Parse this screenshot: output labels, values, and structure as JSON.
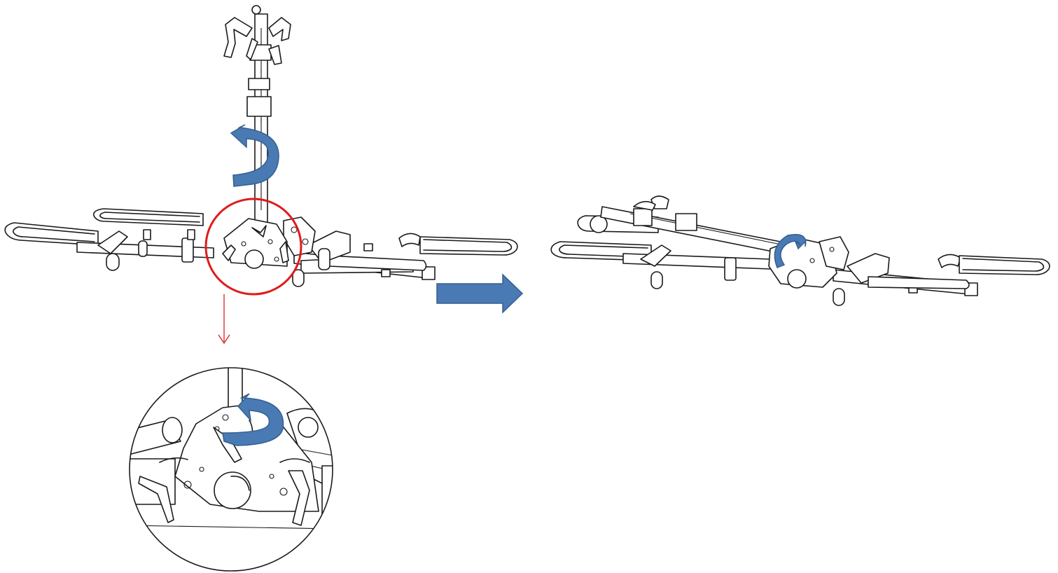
{
  "diagram": {
    "panels": [
      {
        "name": "upright-rack",
        "state": "upright"
      },
      {
        "name": "folded-rack",
        "state": "lowered"
      },
      {
        "name": "detail-view",
        "state": "zoomed"
      }
    ],
    "colors": {
      "line": "#1a1a1a",
      "rotate_arrow": "#4a7ab4",
      "highlight": "#e01b1b",
      "background": "#ffffff"
    },
    "icons": [
      "curved-rotate-arrow",
      "right-arrow",
      "callout-circle",
      "down-arrow"
    ]
  }
}
